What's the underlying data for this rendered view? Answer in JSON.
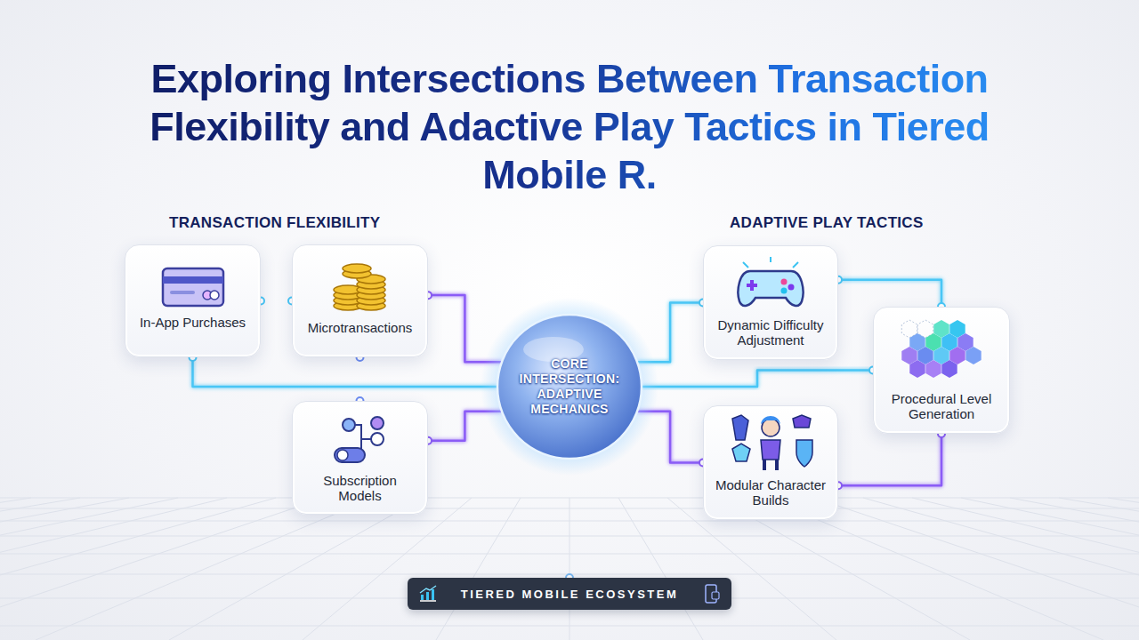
{
  "diagram": {
    "title": "Exploring Intersections Between Transaction Flexibility and Adactive Play Tactics in Tiered Mobile R.",
    "nodes": [
      {
        "text": [
          "In-App Purchases"
        ]
      },
      {
        "text": [
          "Microtransactions"
        ]
      },
      {
        "text": [
          "Subscription Models"
        ]
      },
      {
        "text": [
          "CORE INTERSECTION: ADAPTIVE MECHANICS"
        ]
      },
      {
        "text": [
          "Dynamic Difficulty Adjustment"
        ]
      },
      {
        "text": [
          "Procedural Level Generation"
        ]
      },
      {
        "text": [
          "Modular Character Builds"
        ]
      },
      {
        "text": [
          "TIERED MOBILE ECOSYSTEM"
        ]
      }
    ],
    "edges": [
      {
        "from": 0,
        "to": 1,
        "arrow": "none"
      },
      {
        "from": 1,
        "to": 3,
        "arrow": "none"
      },
      {
        "from": 2,
        "to": 3,
        "arrow": "none"
      },
      {
        "from": 0,
        "to": 3,
        "arrow": "none"
      },
      {
        "from": 1,
        "to": 2,
        "arrow": "none"
      },
      {
        "from": 3,
        "to": 4,
        "arrow": "none"
      },
      {
        "from": 3,
        "to": 6,
        "arrow": "none"
      },
      {
        "from": 4,
        "to": 5,
        "arrow": "none"
      },
      {
        "from": 6,
        "to": 5,
        "arrow": "none"
      },
      {
        "from": 3,
        "to": 5,
        "arrow": "none"
      },
      {
        "from": 3,
        "to": 7,
        "arrow": "none"
      }
    ],
    "labels": [
      "TRANSACTION FLEXIBILITY",
      "ADAPTIVE PLAY TACTICS"
    ]
  }
}
